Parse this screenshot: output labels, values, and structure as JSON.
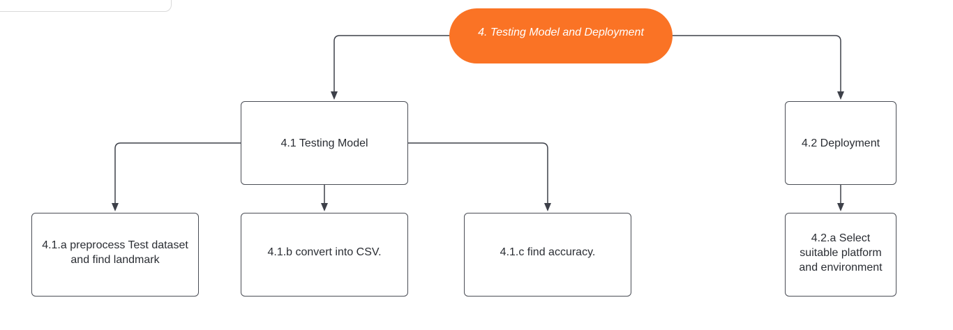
{
  "diagram": {
    "root": "4. Testing Model and Deployment",
    "testing": "4.1 Testing Model",
    "deployment": "4.2 Deployment",
    "step_a": "4.1.a preprocess Test dataset and find landmark",
    "step_b": "4.1.b convert into CSV.",
    "step_c": "4.1.c find accuracy.",
    "step_d": "4.2.a Select suitable platform and environment"
  },
  "colors": {
    "root_fill": "#fa7325",
    "border": "#4a4d55",
    "connector": "#3d4049"
  }
}
